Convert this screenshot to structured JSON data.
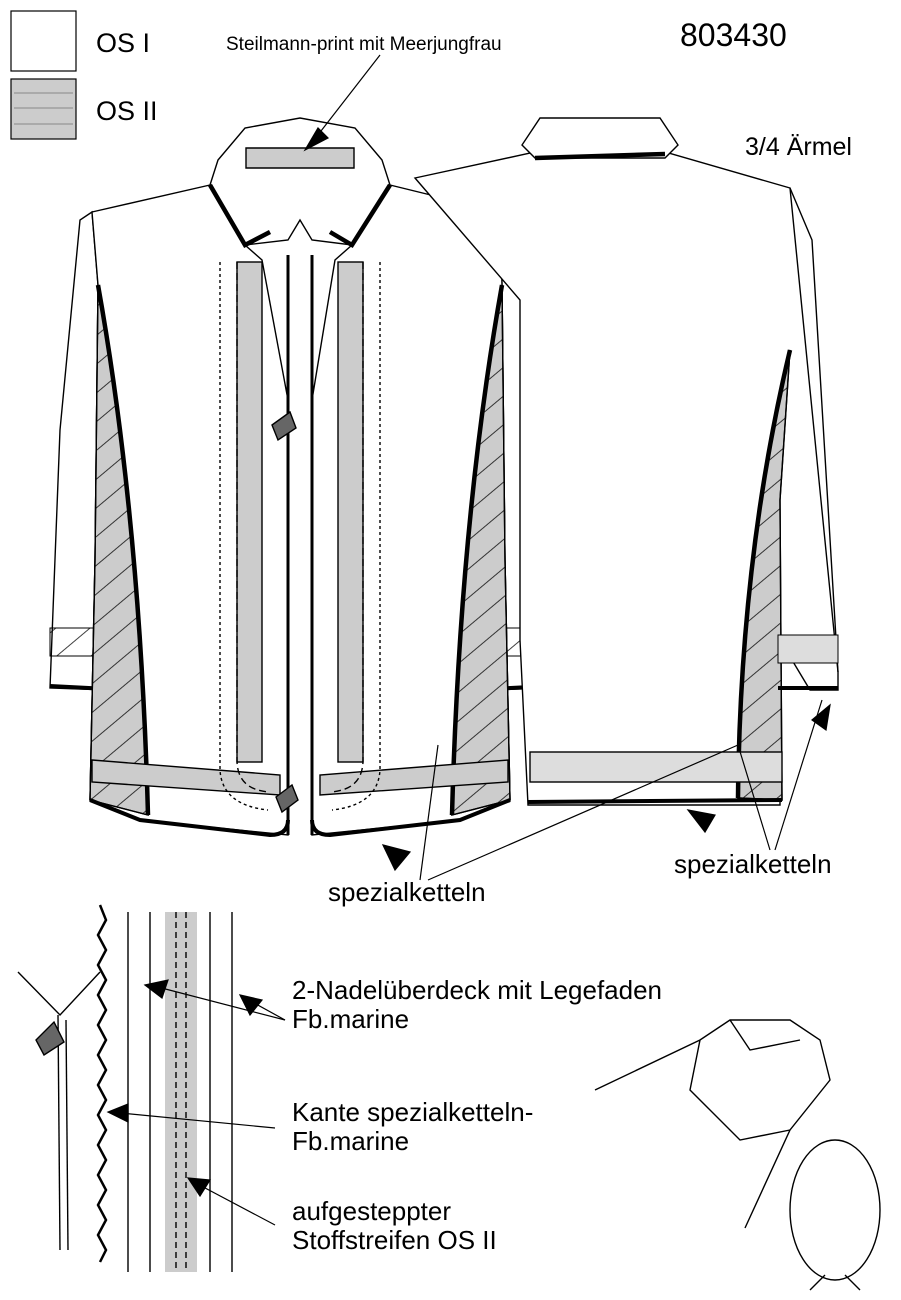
{
  "header": {
    "style_number": "803430"
  },
  "legend": [
    {
      "label": "OS I",
      "swatch": "plain"
    },
    {
      "label": "OS II",
      "swatch": "lined-grey"
    }
  ],
  "colors": {
    "line": "#000000",
    "fill_os2": "#cccccc",
    "paper": "#ffffff"
  },
  "annotations": {
    "print_note": "Steilmann-print mit Meerjungfrau",
    "sleeve_note": "3/4 Ärmel",
    "spezial_front": "spezialketteln",
    "spezial_back": "spezialketteln",
    "detail_a": [
      "2-Nadelüberdeck mit Legefaden",
      "Fb.marine"
    ],
    "detail_b": [
      "Kante spezialketteln-",
      "Fb.marine"
    ],
    "detail_c": [
      "aufgesteppter",
      "Stoffstreifen OS II"
    ]
  }
}
